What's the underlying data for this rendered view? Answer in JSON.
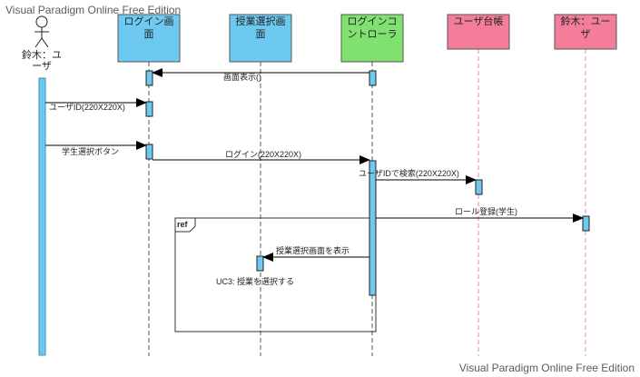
{
  "watermarks": {
    "top": "Visual Paradigm Online Free Edition",
    "bottom": "Visual Paradigm Online Free Edition"
  },
  "colors": {
    "boundary": "#6ec9f0",
    "control": "#80e070",
    "entity": "#f57d9c",
    "activation": "#6ec9f0",
    "lifeline_blue": "#555555",
    "lifeline_pink": "#e08aaa",
    "actor_bar": "#6ec9f0"
  },
  "actor": {
    "label_line1": "鈴木：ユ",
    "label_line2": "ーザ"
  },
  "lifelines": [
    {
      "id": "login_screen",
      "line1": "ログイン画",
      "line2": "面"
    },
    {
      "id": "course_screen",
      "line1": "授業選択画",
      "line2": "面"
    },
    {
      "id": "login_controller",
      "line1": "ログインコ",
      "line2": "ントローラ"
    },
    {
      "id": "user_ledger",
      "line1": "ユーザ台帳",
      "line2": ""
    },
    {
      "id": "suzuki_user",
      "line1": "鈴木：ユー",
      "line2": "ザ"
    }
  ],
  "messages": [
    {
      "id": "msg1",
      "text": "画面表示()"
    },
    {
      "id": "msg2",
      "text": "ユーザID(220X220X)"
    },
    {
      "id": "msg3",
      "text": "学生選択ボタン"
    },
    {
      "id": "msg4",
      "text": "ログイン(220X220X)"
    },
    {
      "id": "msg5",
      "text": "ユーザIDで検索(220X220X)"
    },
    {
      "id": "msg6",
      "text": "ロール登録(学生)"
    },
    {
      "id": "msg7",
      "text": "授業選択画面を表示"
    }
  ],
  "fragment": {
    "tag": "ref",
    "text": "UC3: 授業を選択する"
  }
}
